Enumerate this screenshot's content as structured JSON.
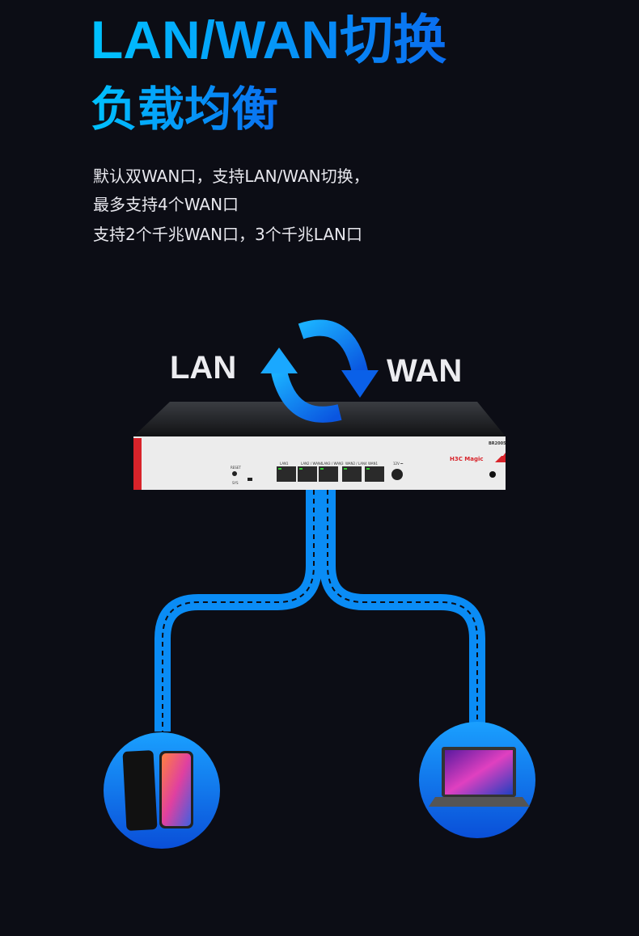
{
  "title": {
    "line1": "LAN/WAN切换",
    "line2": "负载均衡"
  },
  "description": [
    "默认双WAN口，支持LAN/WAN切换，",
    "最多支持4个WAN口",
    "支持2个千兆WAN口，3个千兆LAN口"
  ],
  "diagram": {
    "lan_label": "LAN",
    "wan_label": "WAN"
  },
  "router": {
    "model": "BR2005",
    "brand": "H3C Magic",
    "reset": "RESET",
    "sys": "SYS",
    "power": "12V ⎓",
    "ports": [
      "LAN1",
      "LAN2 / WAN4",
      "LAN3 / WAN3",
      "WAN2 / LAN4",
      "WAN1"
    ]
  },
  "colors": {
    "background": "#0c0d15",
    "accent": "#0a8cf5",
    "brand_red": "#d8232a"
  }
}
